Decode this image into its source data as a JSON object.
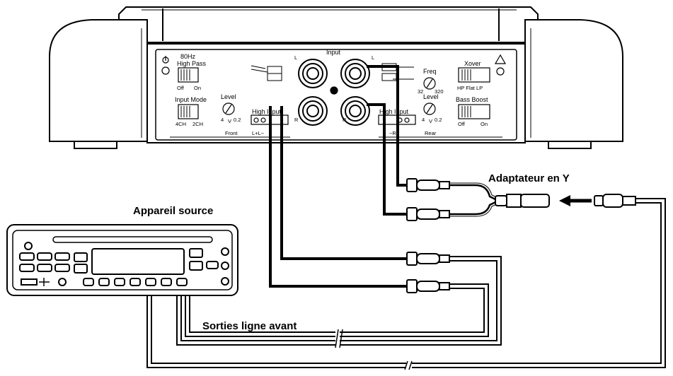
{
  "labels": {
    "adapter": "Adaptateur en Y",
    "source": "Appareil source",
    "front_outputs": "Sorties ligne avant"
  },
  "amp_panel": {
    "hp_freq": "80Hz",
    "high_pass": "High Pass",
    "off": "Off",
    "on": "On",
    "input_mode": "Input Mode",
    "mode_4ch": "4CH",
    "mode_2ch": "2CH",
    "level": "Level",
    "level_min": "4",
    "level_unit": "V",
    "level_max": "0.2",
    "front": "Front",
    "rear": "Rear",
    "high_input": "High Input",
    "input": "Input",
    "ch_l": "L",
    "ch_r": "R",
    "front_term": "L+L−",
    "rear_term": "−R+",
    "freq": "Freq",
    "freq_min": "32",
    "freq_max": "320",
    "xover": "Xover",
    "xover_modes": "HP  Flat  LP",
    "bass_boost": "Bass Boost",
    "bb_off": "Off",
    "bb_on": "On"
  }
}
